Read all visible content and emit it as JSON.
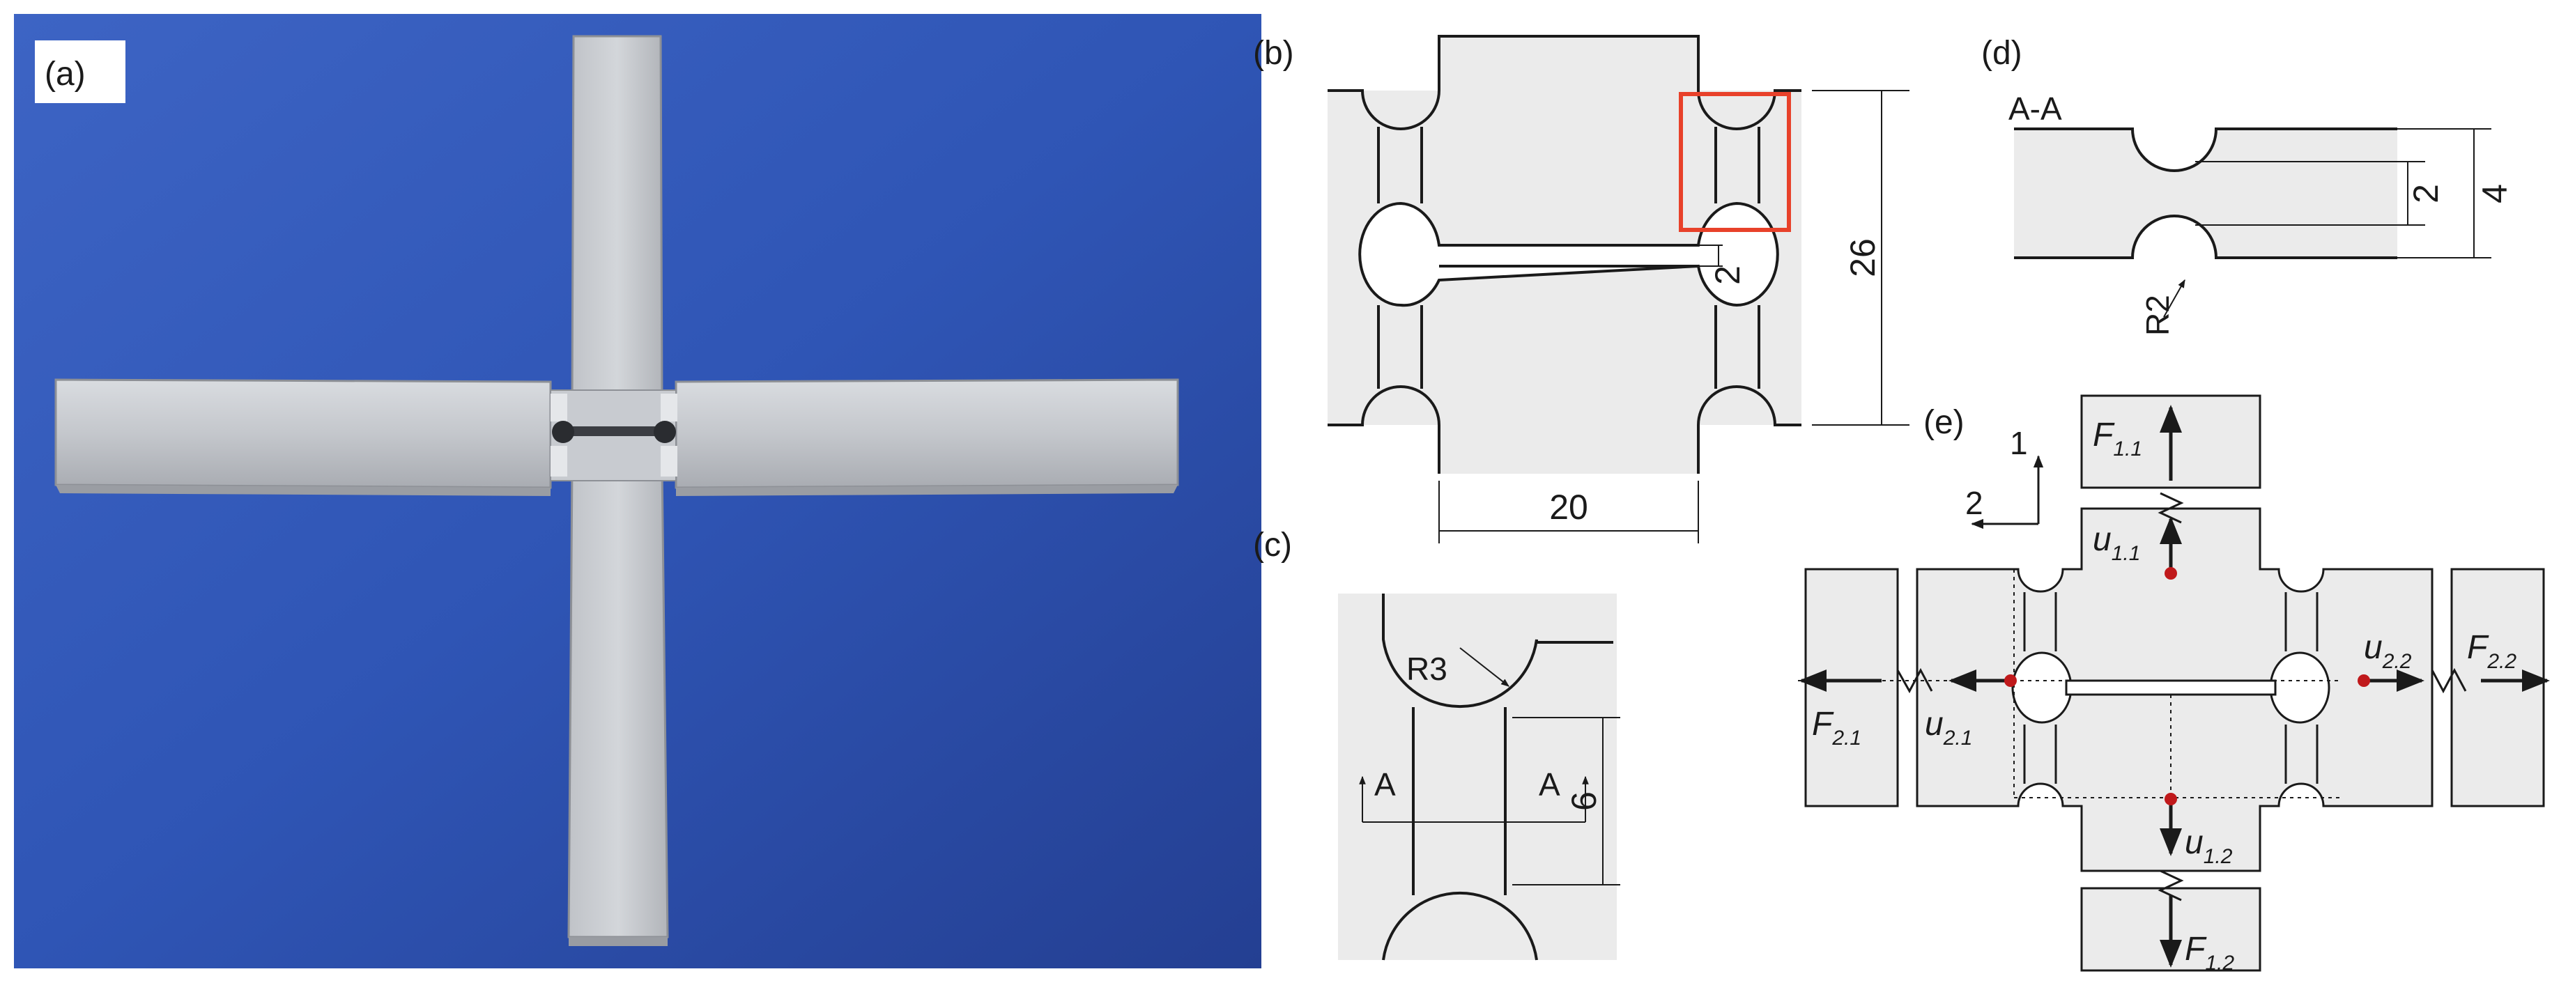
{
  "panels": {
    "a": {
      "label": "(a)"
    },
    "b": {
      "label": "(b)",
      "dim_width": "20",
      "dim_height": "26",
      "dim_slit": "2"
    },
    "c": {
      "label": "(c)",
      "radius": "R3",
      "section_left": "A",
      "section_right": "A",
      "dim_height": "6"
    },
    "d": {
      "label": "(d)",
      "section_title": "A-A",
      "radius": "R2",
      "dim_inner": "2",
      "dim_outer": "4"
    },
    "e": {
      "label": "(e)",
      "axis_1": "1",
      "axis_2": "2",
      "F11": {
        "main": "F",
        "sub": "1.1"
      },
      "F12": {
        "main": "F",
        "sub": "1.2"
      },
      "F21": {
        "main": "F",
        "sub": "2.1"
      },
      "F22": {
        "main": "F",
        "sub": "2.2"
      },
      "u11": {
        "main": "u",
        "sub": "1.1"
      },
      "u12": {
        "main": "u",
        "sub": "1.2"
      },
      "u21": {
        "main": "u",
        "sub": "2.1"
      },
      "u22": {
        "main": "u",
        "sub": "2.2"
      }
    }
  },
  "colors": {
    "photo_background": "#2f55b5",
    "specimen_metal": "#c9ccd1",
    "drawing_fill": "#ebebeb",
    "line": "#1a1a1a",
    "highlight_box": "#e8412a",
    "marker": "#c0191b"
  }
}
